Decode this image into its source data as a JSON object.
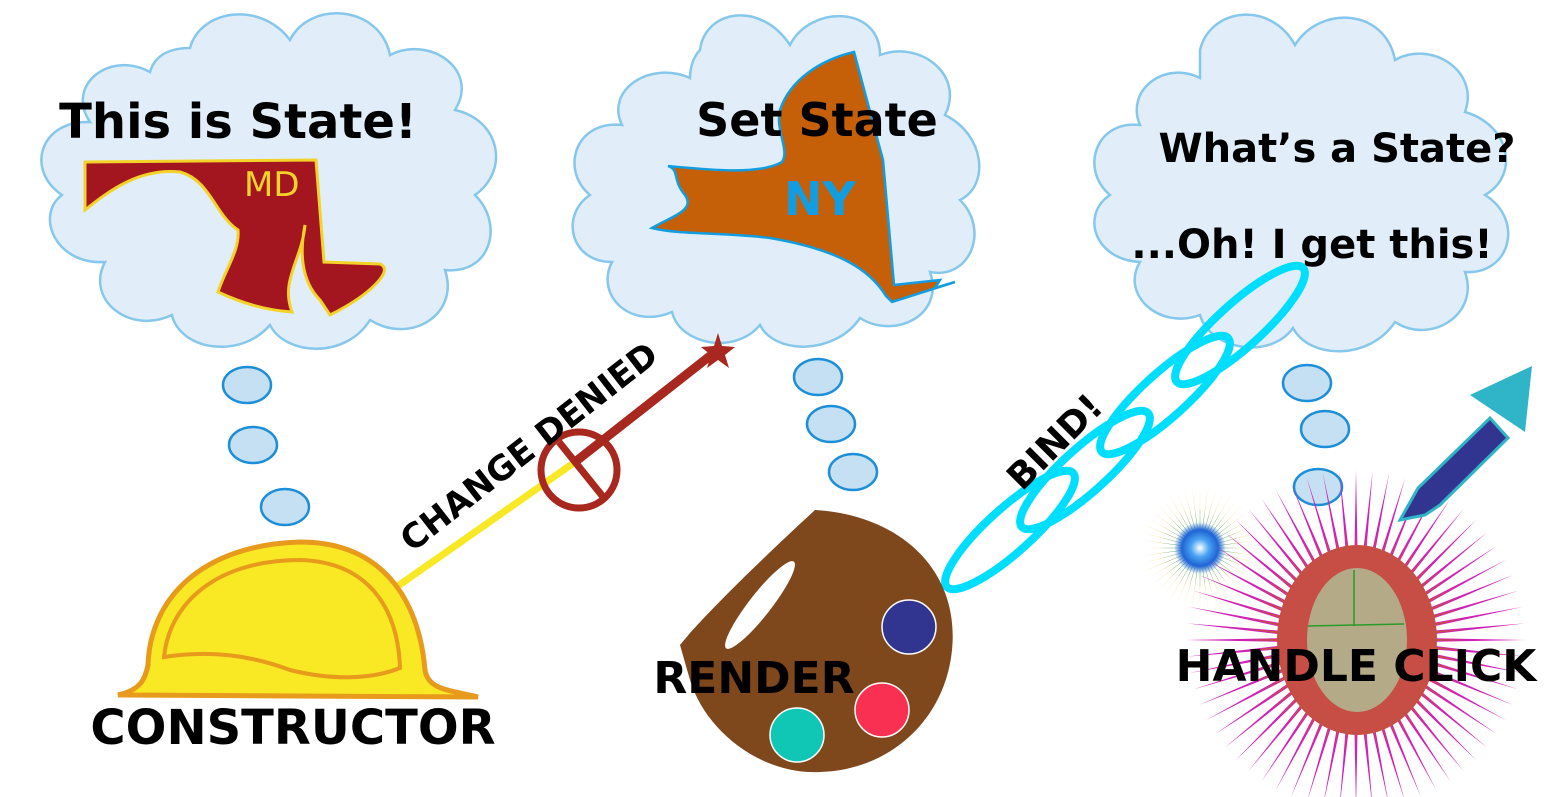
{
  "diagram": {
    "stages": [
      {
        "id": "constructor",
        "thought": "This is State!",
        "state_abbr": "MD",
        "label": "CONSTRUCTOR",
        "icon": "hard-hat-icon"
      },
      {
        "id": "render",
        "thought": "Set State",
        "state_abbr": "NY",
        "label": "RENDER",
        "icon": "paint-palette-icon"
      },
      {
        "id": "handle-click",
        "thought_line1": "What’s a State?",
        "thought_line2": "...Oh! I get this!",
        "label": "HANDLE CLICK",
        "icon": "mouse-click-burst-icon"
      }
    ],
    "connectors": [
      {
        "from": "constructor",
        "to": "render",
        "label": "CHANGE DENIED",
        "icon": "prohibited-icon"
      },
      {
        "from": "render",
        "to": "handle-click",
        "label": "BIND!",
        "icon": "chain-link-icon"
      }
    ],
    "colors": {
      "cloud_fill": "#e1eef9",
      "cloud_stroke": "#86c7ec",
      "md_fill": "#a4161f",
      "md_text": "#f3d32a",
      "ny_fill": "#c55f08",
      "ny_text": "#139de1",
      "hat": "#f8e924",
      "hat_outline": "#e79a1c",
      "denied": "#a8271f",
      "palette": "#7e471c",
      "chain": "#00deff",
      "burst": "#d021b6",
      "mouse": "#b4aa87"
    }
  }
}
